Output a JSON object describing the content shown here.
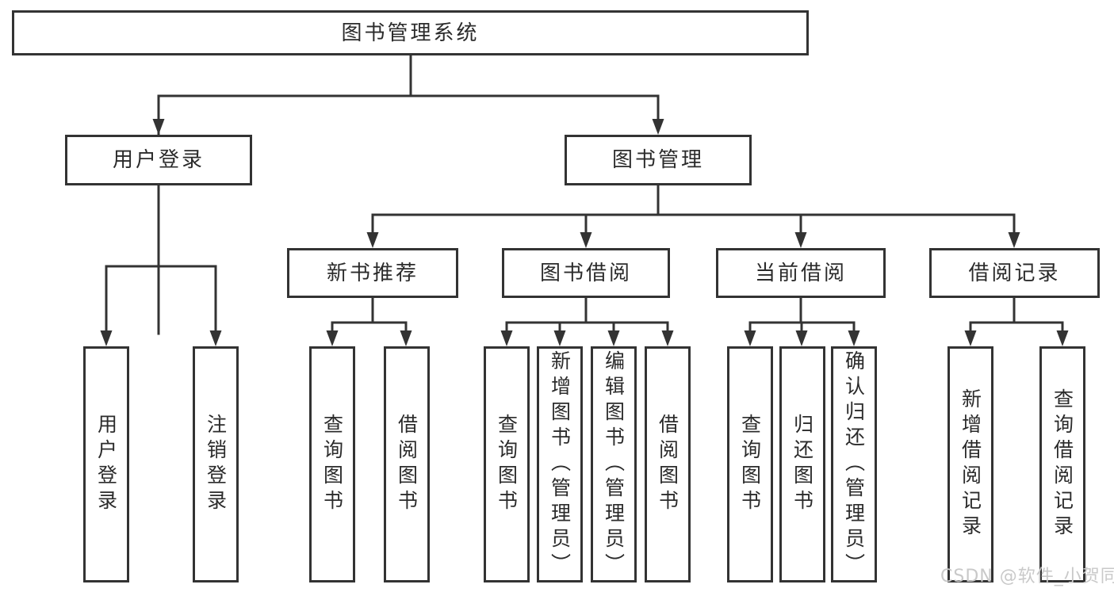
{
  "root": {
    "label": "图书管理系统"
  },
  "branches": [
    {
      "label": "用户登录",
      "children": [
        {
          "label": "用户登录"
        },
        {
          "label": "注销登录"
        }
      ]
    },
    {
      "label": "图书管理",
      "children": [
        {
          "label": "新书推荐",
          "children": [
            {
              "label": "查询图书"
            },
            {
              "label": "借阅图书"
            }
          ]
        },
        {
          "label": "图书借阅",
          "children": [
            {
              "label": "查询图书"
            },
            {
              "label": "新增图书（管理员）"
            },
            {
              "label": "编辑图书（管理员）"
            },
            {
              "label": "借阅图书"
            }
          ]
        },
        {
          "label": "当前借阅",
          "children": [
            {
              "label": "查询图书"
            },
            {
              "label": "归还图书"
            },
            {
              "label": "确认归还（管理员）"
            }
          ]
        },
        {
          "label": "借阅记录",
          "children": [
            {
              "label": "新增借阅记录"
            },
            {
              "label": "查询借阅记录"
            }
          ]
        }
      ]
    }
  ],
  "colors": {
    "line": "#333333",
    "text": "#2b2b2b",
    "watermark": "#c9c9c9",
    "background": "#ffffff"
  },
  "watermark": {
    "text": "CSDN @软件_小贺同学"
  }
}
